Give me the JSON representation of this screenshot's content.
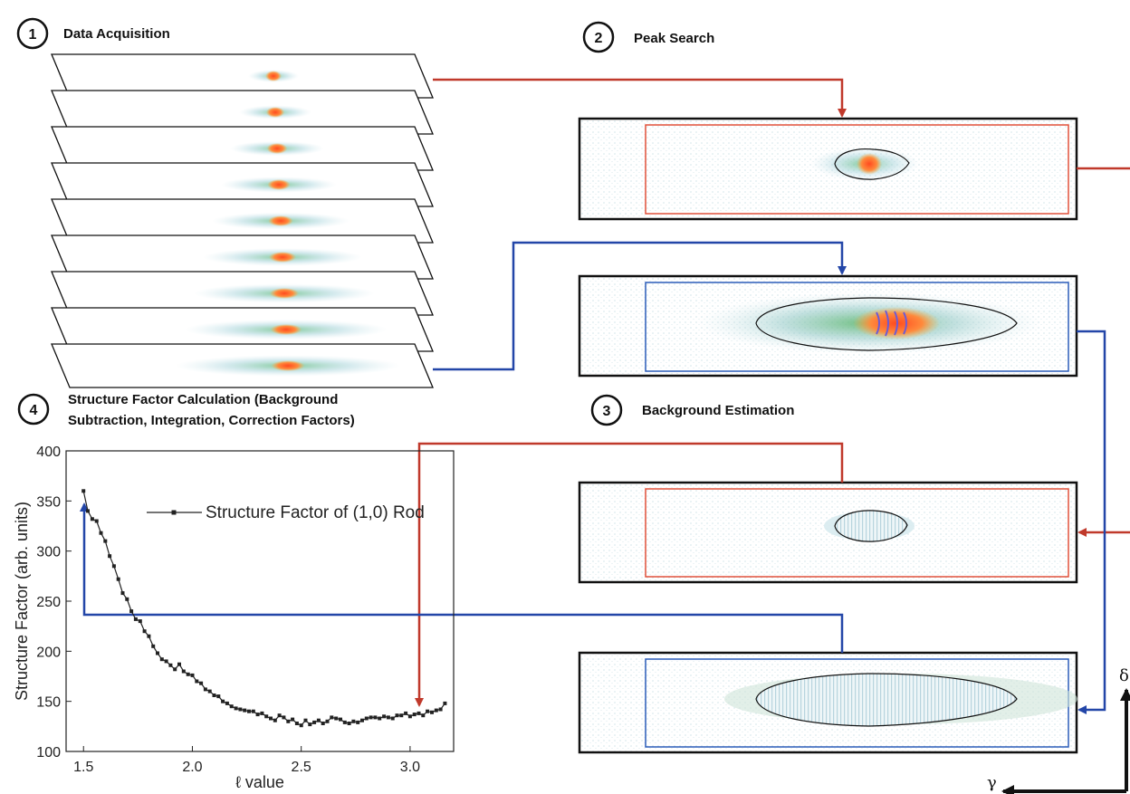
{
  "steps": [
    {
      "number": "1",
      "label": "Data Acquisition"
    },
    {
      "number": "2",
      "label": "Peak Search"
    },
    {
      "number": "3",
      "label": "Background Estimation"
    },
    {
      "number": "4",
      "label_line1": "Structure Factor Calculation (Background",
      "label_line2": "Subtraction, Integration, Correction Factors)"
    }
  ],
  "axes_symbols": {
    "vertical": "δ",
    "horizontal": "γ"
  },
  "colors": {
    "red_arrow": "#c0392b",
    "blue_arrow": "#2346a8",
    "frame": "#111111",
    "roi_red": "#e0503a",
    "roi_blue": "#2a5cb8"
  },
  "chart_data": {
    "type": "line",
    "title": "",
    "xlabel": "ℓ value",
    "ylabel": "Structure Factor (arb. units)",
    "xlim": [
      1.42,
      3.2
    ],
    "ylim": [
      100,
      400
    ],
    "xticks": [
      "1.5",
      "2.0",
      "2.5",
      "3.0"
    ],
    "xtick_values": [
      1.5,
      2.0,
      2.5,
      3.0
    ],
    "yticks": [
      "100",
      "150",
      "200",
      "250",
      "300",
      "350",
      "400"
    ],
    "ytick_values": [
      100,
      150,
      200,
      250,
      300,
      350,
      400
    ],
    "series": [
      {
        "name": "Structure Factor of (1,0) Rod",
        "x": [
          1.5,
          1.52,
          1.54,
          1.56,
          1.58,
          1.6,
          1.62,
          1.64,
          1.66,
          1.68,
          1.7,
          1.72,
          1.74,
          1.76,
          1.78,
          1.8,
          1.82,
          1.84,
          1.86,
          1.88,
          1.9,
          1.92,
          1.94,
          1.96,
          1.98,
          2.0,
          2.02,
          2.04,
          2.06,
          2.08,
          2.1,
          2.12,
          2.14,
          2.16,
          2.18,
          2.2,
          2.22,
          2.24,
          2.26,
          2.28,
          2.3,
          2.32,
          2.34,
          2.36,
          2.38,
          2.4,
          2.42,
          2.44,
          2.46,
          2.48,
          2.5,
          2.52,
          2.54,
          2.56,
          2.58,
          2.6,
          2.62,
          2.64,
          2.66,
          2.68,
          2.7,
          2.72,
          2.74,
          2.76,
          2.78,
          2.8,
          2.82,
          2.84,
          2.86,
          2.88,
          2.9,
          2.92,
          2.94,
          2.96,
          2.98,
          3.0,
          3.02,
          3.04,
          3.06,
          3.08,
          3.1,
          3.12,
          3.14,
          3.16
        ],
        "y": [
          360,
          340,
          332,
          330,
          318,
          310,
          295,
          285,
          272,
          258,
          252,
          240,
          232,
          230,
          220,
          215,
          205,
          198,
          192,
          190,
          186,
          182,
          187,
          180,
          177,
          176,
          170,
          168,
          162,
          160,
          156,
          155,
          150,
          148,
          145,
          143,
          142,
          141,
          140,
          140,
          137,
          138,
          135,
          133,
          131,
          136,
          134,
          130,
          132,
          128,
          126,
          131,
          127,
          129,
          131,
          128,
          130,
          134,
          133,
          132,
          129,
          128,
          130,
          129,
          131,
          133,
          134,
          134,
          133,
          135,
          134,
          133,
          136,
          136,
          138,
          135,
          137,
          138,
          136,
          140,
          139,
          141,
          142,
          148
        ]
      }
    ]
  },
  "labels": {
    "legend": "Structure Factor of (1,0) Rod"
  }
}
